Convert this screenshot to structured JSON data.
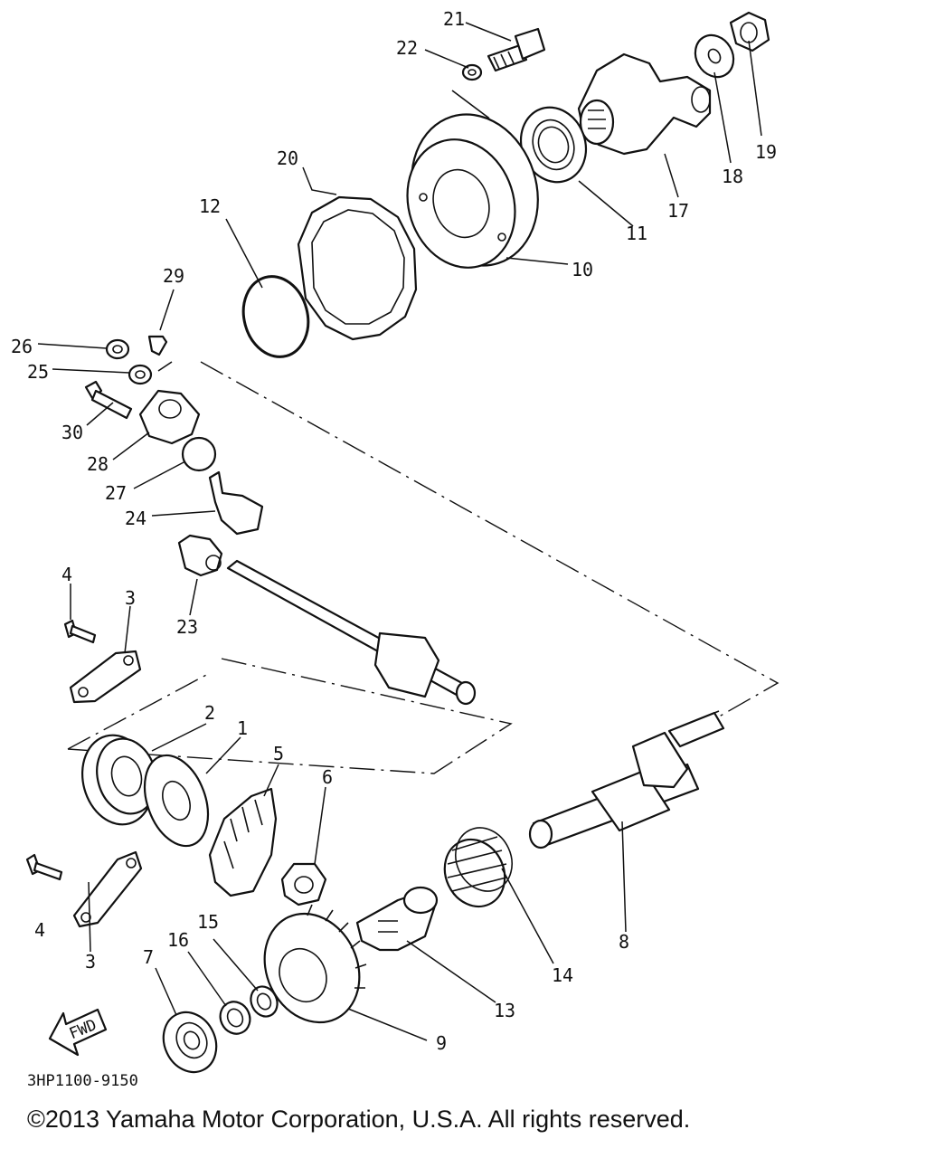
{
  "diagram": {
    "part_numbers": [
      "21",
      "22",
      "19",
      "18",
      "17",
      "20",
      "12",
      "11",
      "10",
      "29",
      "26",
      "25",
      "30",
      "28",
      "27",
      "24",
      "23",
      "4",
      "3",
      "2",
      "1",
      "5",
      "6",
      "8",
      "14",
      "13",
      "7",
      "16",
      "15",
      "9"
    ],
    "fwd_label": "FWD",
    "drawing_code": "3HP1100-9150"
  },
  "footer": {
    "copyright": "©2013 Yamaha Motor Corporation, U.S.A. All rights reserved."
  }
}
